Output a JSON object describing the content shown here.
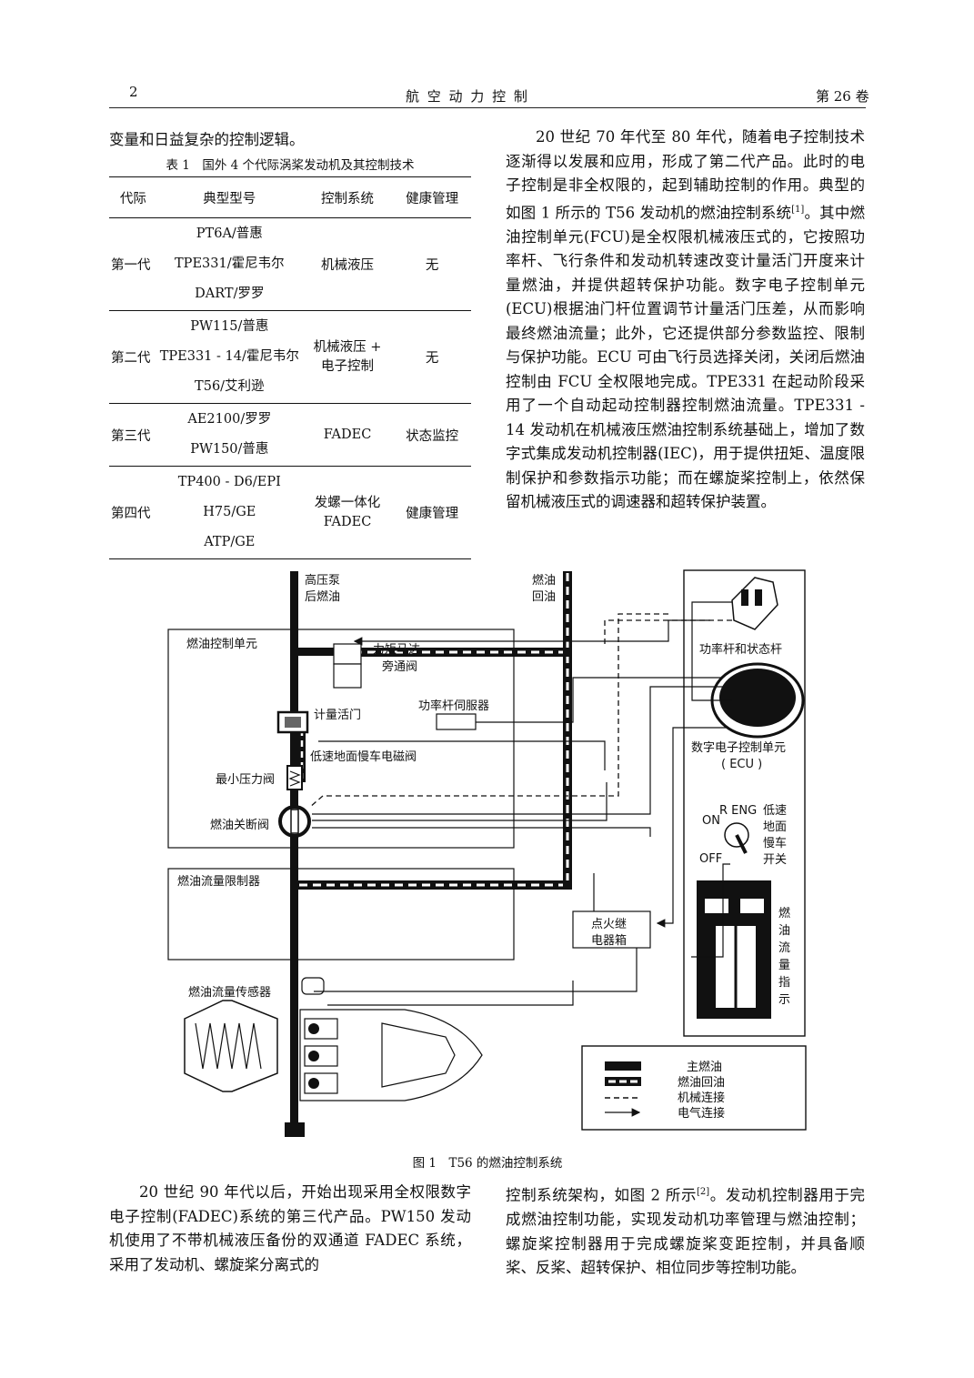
{
  "header": {
    "page_number": "2",
    "journal": "航 空 动 力 控 制",
    "volume": "第 26 卷"
  },
  "left_intro": "变量和日益复杂的控制逻辑。",
  "table1": {
    "caption": "表 1　国外 4 个代际涡桨发动机及其控制技术",
    "columns": [
      "代际",
      "典型型号",
      "控制系统",
      "健康管理"
    ],
    "rows": [
      {
        "gen": "第一代",
        "models": [
          "PT6A/普惠",
          "TPE331/霍尼韦尔",
          "DART/罗罗"
        ],
        "control": [
          "机械液压"
        ],
        "health": "无"
      },
      {
        "gen": "第二代",
        "models": [
          "PW115/普惠",
          "TPE331 - 14/霍尼韦尔",
          "T56/艾利逊"
        ],
        "control": [
          "机械液压 +",
          "电子控制"
        ],
        "health": "无"
      },
      {
        "gen": "第三代",
        "models": [
          "AE2100/罗罗",
          "PW150/普惠"
        ],
        "control": [
          "FADEC"
        ],
        "health": "状态监控"
      },
      {
        "gen": "第四代",
        "models": [
          "TP400 - D6/EPI",
          "H75/GE",
          "ATP/GE"
        ],
        "control": [
          "发螺一体化",
          "FADEC"
        ],
        "health": "健康管理"
      }
    ]
  },
  "right_para": "20 世纪 70 年代至 80 年代，随着电子控制技术逐渐得以发展和应用，形成了第二代产品。此时的电子控制是非全权限的，起到辅助控制的作用。典型的如图 1 所示的 T56 发动机的燃油控制系统",
  "right_para_ref": "[1]",
  "right_para_rest": "。其中燃油控制单元(FCU)是全权限机械液压式的，它按照功率杆、飞行条件和发动机转速改变计量活门开度来计量燃油，并提供超转保护功能。数字电子控制单元(ECU)根据油门杆位置调节计量活门压差，从而影响最终燃油流量；此外，它还提供部分参数监控、限制与保护功能。ECU 可由飞行员选择关闭，关闭后燃油控制由 FCU 全权限地完成。TPE331 在起动阶段采用了一个自动起动控制器控制燃油流量。TPE331 - 14 发动机在机械液压燃油控制系统基础上，增加了数字式集成发动机控制器(IEC)，用于提供扭矩、温度限制保护和参数指示功能；而在螺旋桨控制上，依然保留机械液压式的调速器和超转保护装置。",
  "figure1": {
    "caption": "图 1　T56 的燃油控制系统",
    "labels": {
      "hp_pump_1": "高压泵",
      "hp_pump_2": "后燃油",
      "return_1": "燃油",
      "return_2": "回油",
      "fcu": "燃油控制单元",
      "torque_motor": "力矩马达",
      "bypass_valve": "旁通阀",
      "metering_valve": "计量活门",
      "power_servo": "功率杆伺服器",
      "low_idle_solenoid": "低速地面慢车电磁阀",
      "min_pressure_valve": "最小压力阀",
      "shutoff_valve": "燃油关断阀",
      "flow_limiter": "燃油流量限制器",
      "ignition_1": "点火继",
      "ignition_2": "电器箱",
      "flow_sensor": "燃油流量传感器",
      "power_lever": "功率杆和状态杆",
      "ecu_1": "数字电子控制单元",
      "ecu_2": "( ECU )",
      "switch_on": "ON",
      "switch_r_eng": "R ENG",
      "switch_off": "OFF",
      "switch_desc": [
        "低速",
        "地面",
        "慢车",
        "开关"
      ],
      "flow_indicator": [
        "燃",
        "油",
        "流",
        "量",
        "指",
        "示"
      ]
    },
    "legend": [
      "主燃油",
      "燃油回油",
      "机械连接",
      "电气连接"
    ]
  },
  "bottom_left": "20 世纪 90 年代以后，开始出现采用全权限数字电子控制(FADEC)系统的第三代产品。PW150 发动机使用了不带机械液压备份的双通道 FADEC 系统，采用了发动机、螺旋桨分离式的",
  "bottom_right": "控制系统架构，如图 2 所示",
  "bottom_right_ref": "[2]",
  "bottom_right_rest": "。发动机控制器用于完成燃油控制功能，实现发动机功率管理与燃油控制；螺旋桨控制器用于完成螺旋桨变距控制，并具备顺桨、反桨、超转保护、相位同步等控制功能。"
}
